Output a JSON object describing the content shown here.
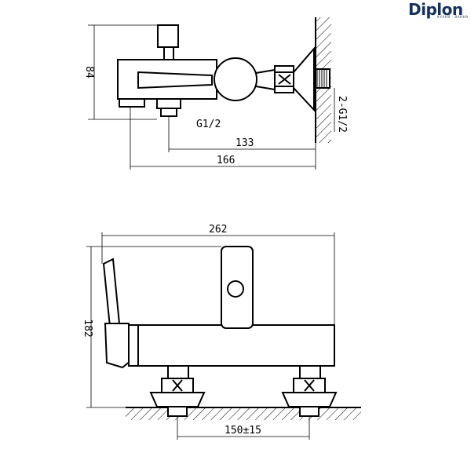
{
  "brand": {
    "name": "Diplon",
    "tagline": "КУХНЯ · ВАННА",
    "color": "#16315e"
  },
  "side_view": {
    "height_label": "84",
    "inlet_label": "G1/2",
    "wall_thread_label": "2-G1/2",
    "dim_133": "133",
    "dim_166": "166"
  },
  "front_view": {
    "width_label": "262",
    "height_label": "182",
    "spacing_label": "150±15"
  }
}
